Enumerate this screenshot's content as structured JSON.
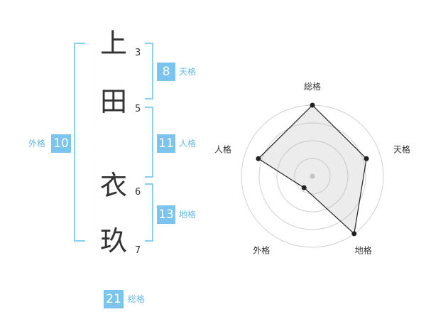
{
  "name": {
    "chars": [
      {
        "char": "上",
        "strokes": "3"
      },
      {
        "char": "田",
        "strokes": "5"
      },
      {
        "char": "衣",
        "strokes": "6"
      },
      {
        "char": "玖",
        "strokes": "7"
      }
    ]
  },
  "fortune": {
    "tenkaku": {
      "value": "8",
      "label": "天格"
    },
    "jinkaku": {
      "value": "11",
      "label": "人格"
    },
    "chikaku": {
      "value": "13",
      "label": "地格"
    },
    "gaikaku": {
      "value": "10",
      "label": "外格"
    },
    "soukaku": {
      "value": "21",
      "label": "総格"
    }
  },
  "colors": {
    "accent": "#7cc4ee",
    "bracket": "#8ccdf2",
    "text": "#333333"
  },
  "chart_data": {
    "type": "radar",
    "axes": [
      "総格",
      "天格",
      "地格",
      "外格",
      "人格"
    ],
    "values": [
      1.0,
      0.8,
      1.0,
      0.2,
      0.8
    ],
    "rings": 4,
    "range": [
      0,
      1
    ]
  }
}
